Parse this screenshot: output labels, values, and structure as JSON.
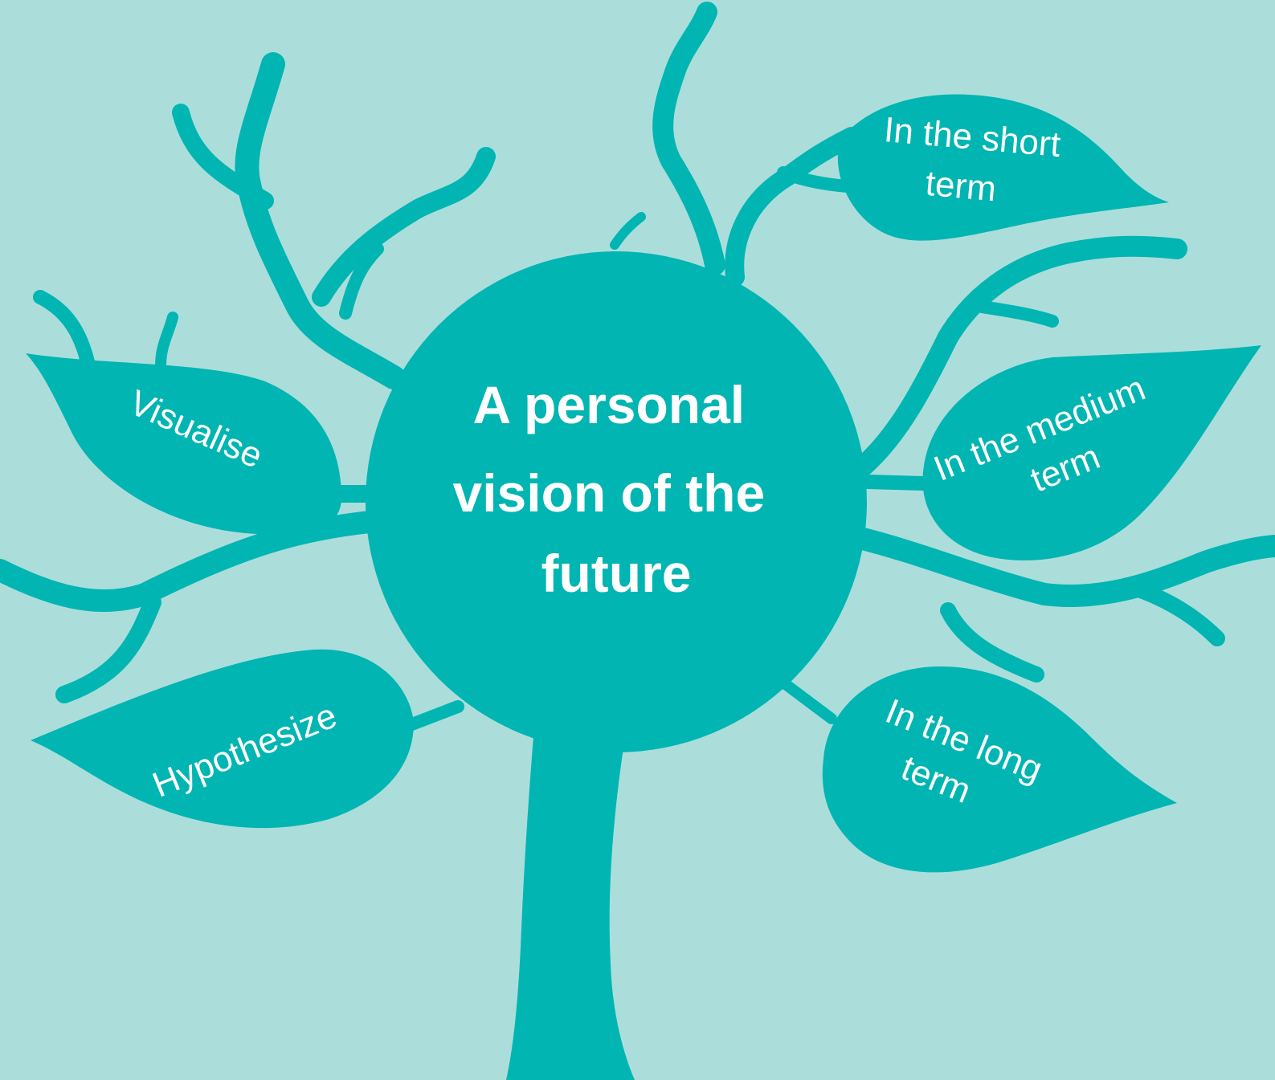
{
  "colors": {
    "background": "#ABDEDB",
    "tree": "#00B5B2",
    "text": "#FFFFFF"
  },
  "center": {
    "lines": [
      "A personal",
      "vision of the",
      "future"
    ]
  },
  "leaves": {
    "visualise": {
      "lines": [
        "Visualise"
      ]
    },
    "hypothesize": {
      "lines": [
        "Hypothesize"
      ]
    },
    "short_term": {
      "lines": [
        "In the short",
        "term"
      ]
    },
    "medium_term": {
      "lines": [
        "In the medium",
        "term"
      ]
    },
    "long_term": {
      "lines": [
        "In the long",
        "term"
      ]
    }
  }
}
